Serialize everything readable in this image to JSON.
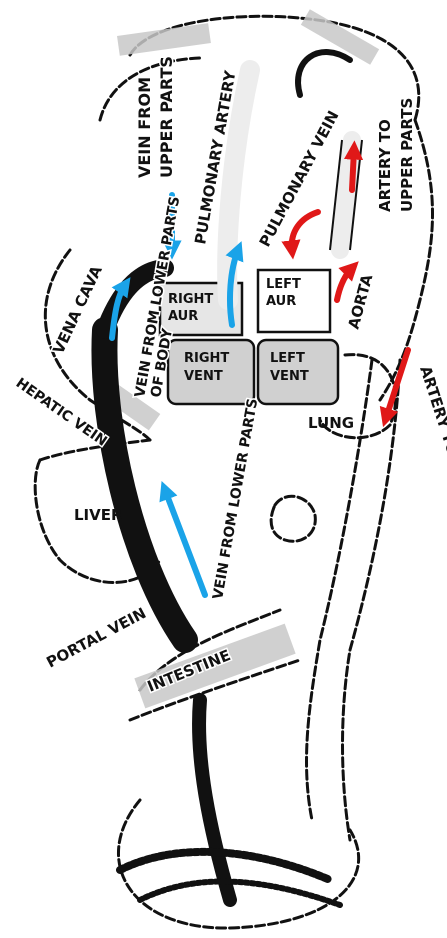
{
  "diagram": {
    "labels": {
      "vein_upper": [
        "VEIN FROM",
        "UPPER PARTS"
      ],
      "pulmonary_artery": "PULMONARY ARTERY",
      "pulmonary_vein": "PULMONARY VEIN",
      "artery_upper": [
        "ARTERY TO",
        "UPPER PARTS"
      ],
      "vena_cava": "VENA CAVA",
      "right_aur": [
        "RIGHT",
        "AUR"
      ],
      "left_aur": [
        "LEFT",
        "AUR"
      ],
      "aorta": "AORTA",
      "vein_lower_body": [
        "VEIN FROM LOWER PARTS",
        "OF BODY"
      ],
      "right_vent": [
        "RIGHT",
        "VENT"
      ],
      "left_vent": [
        "LEFT",
        "VENT"
      ],
      "hepatic_vein": "HEPATIC VEIN",
      "lung": "LUNG",
      "artery_lower": "ARTERY TO LOWER PARTS OF BODY",
      "liver": "LIVER",
      "vein_lower_parts": "VEIN FROM LOWER PARTS",
      "portal_vein": "PORTAL VEIN",
      "intestine": "INTESTINE"
    },
    "colors": {
      "venous_arrow": "#1aa3e8",
      "arterial_arrow": "#e01818",
      "ink": "#111111",
      "band": "#c8c8c8"
    }
  }
}
